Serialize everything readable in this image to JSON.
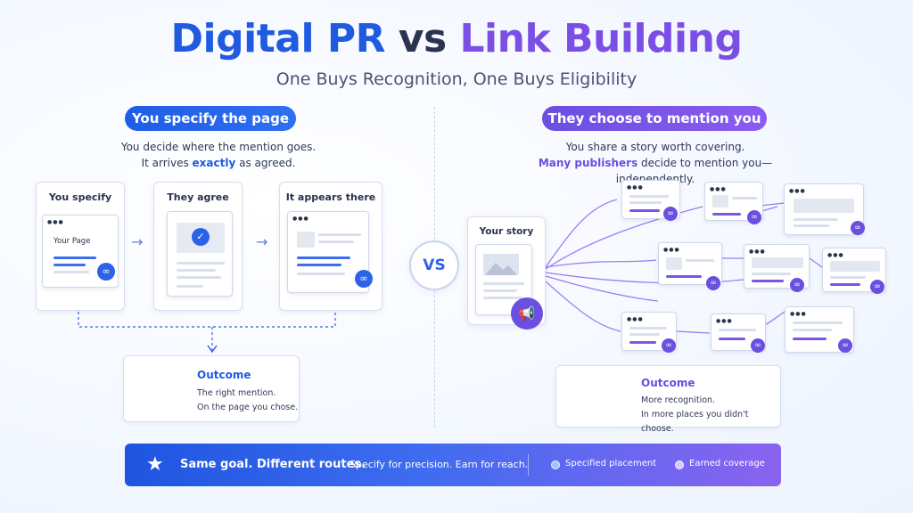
{
  "title": {
    "part1": "Digital PR",
    "part2": "vs",
    "part3": "Link Building"
  },
  "subtitle": "One Buys Recognition, One Buys Eligibility",
  "left": {
    "pill": "You specify the page",
    "desc_line1": "You decide where the mention goes.",
    "desc_line2_before": "It arrives ",
    "desc_line2_highlight": "exactly",
    "desc_line2_after": " as agreed.",
    "steps": [
      {
        "label": "You specify",
        "page_label": "Your Page"
      },
      {
        "label": "They agree"
      },
      {
        "label": "It appears there"
      }
    ],
    "outcome": {
      "title": "Outcome",
      "line1": "The right mention.",
      "line2": "On the page you chose."
    }
  },
  "vs_label": "VS",
  "right": {
    "pill": "They choose to mention you",
    "desc_line1": "You share a story worth covering.",
    "desc_line2_highlight": "Many publishers",
    "desc_line2_after": " decide to mention you—independently.",
    "story_label": "Your story",
    "outcome": {
      "title": "Outcome",
      "line1": "More recognition.",
      "line2": "In more places you didn't choose."
    }
  },
  "footer": {
    "main": "Same goal. Different routes.",
    "sub": "Specify for precision. Earn for reach.",
    "legend": [
      {
        "label": "Specified placement",
        "color": "#a8c0ff"
      },
      {
        "label": "Earned coverage",
        "color": "#d8c8ff"
      }
    ]
  },
  "colors": {
    "blue": "#1f5ae0",
    "purple": "#7b4fe6"
  },
  "icons": {
    "link": "link-icon",
    "check": "check-icon",
    "target": "target-icon",
    "megaphone": "megaphone-icon",
    "signal": "signal-icon",
    "star": "star-icon"
  }
}
